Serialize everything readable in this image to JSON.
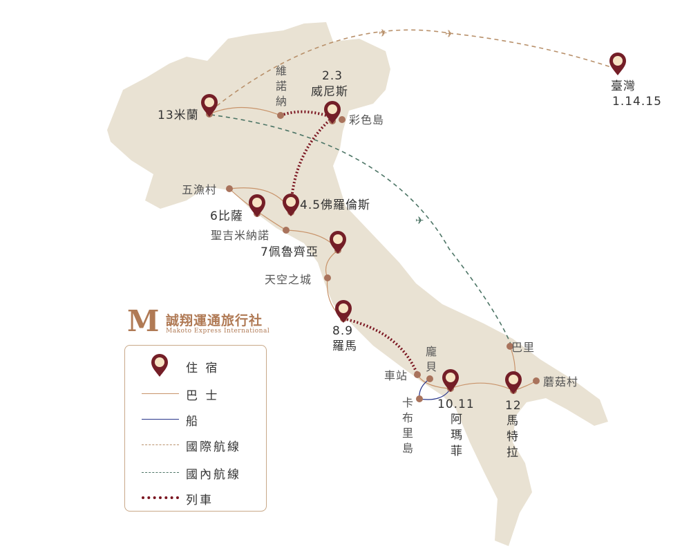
{
  "colors": {
    "land": "#e9e2d3",
    "pin": "#741e27",
    "pin_inner": "#f6e3c3",
    "dot": "#a9735c",
    "bus": "#c8936a",
    "boat": "#27358a",
    "intl": "#b8906a",
    "domestic": "#4d7566",
    "train": "#7a1520",
    "brand": "#b07a55"
  },
  "logo": {
    "mark": "M",
    "name_cn": "誠翔運通旅行社",
    "name_en": "Makoto Express International"
  },
  "legend": [
    {
      "icon": "pin-icon",
      "label": "住 宿"
    },
    {
      "icon": "bus-line",
      "label": "巴 士"
    },
    {
      "icon": "boat-line",
      "label": "船"
    },
    {
      "icon": "intl-flight-line",
      "label": "國際航線"
    },
    {
      "icon": "domestic-flight-line",
      "label": "國內航線"
    },
    {
      "icon": "train-line",
      "label": "列車"
    }
  ],
  "places": {
    "milan": "13米蘭",
    "verona": "維諾納",
    "venice_days": "2.3",
    "venice": "威尼斯",
    "burano": "彩色島",
    "cinque_terre": "五漁村",
    "florence": "4.5佛羅倫斯",
    "pisa": "6比薩",
    "san_gimignano": "聖吉米納諾",
    "perugia": "7佩魯齊亞",
    "civita": "天空之城",
    "rome_days": "8.9",
    "rome": "羅馬",
    "station": "車站",
    "pompeii": "龐貝",
    "capri": "卡布里島",
    "amalfi_days": "10.11",
    "amalfi": "阿瑪菲",
    "matera_days": "12",
    "matera": "馬特拉",
    "alberobello": "蘑菇村",
    "bari": "巴里",
    "taiwan": "臺灣",
    "taiwan_days": "1.14.15"
  }
}
